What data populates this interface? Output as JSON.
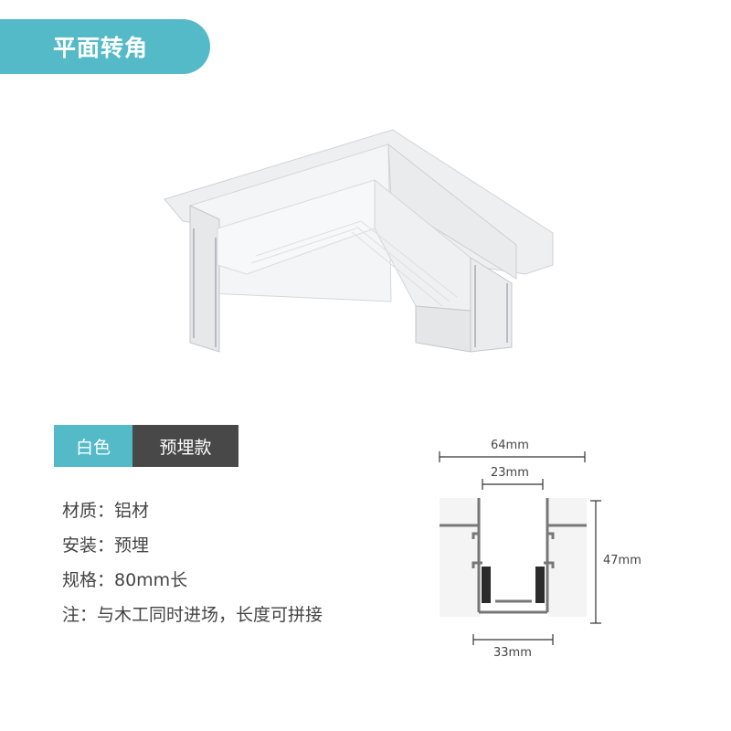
{
  "header": {
    "title": "平面转角"
  },
  "tags": [
    {
      "label": "白色",
      "color": "#55bac8"
    },
    {
      "label": "预埋款",
      "color": "#484848"
    }
  ],
  "specs": [
    "材质：铝材",
    "安装：预埋",
    "规格：80mm长",
    "注：与木工同时进场，长度可拼接"
  ],
  "diagram": {
    "top_width": "64mm",
    "opening_width": "23mm",
    "height": "47mm",
    "bottom_width": "33mm"
  },
  "product_image": {
    "icon": "corner-profile-image"
  }
}
